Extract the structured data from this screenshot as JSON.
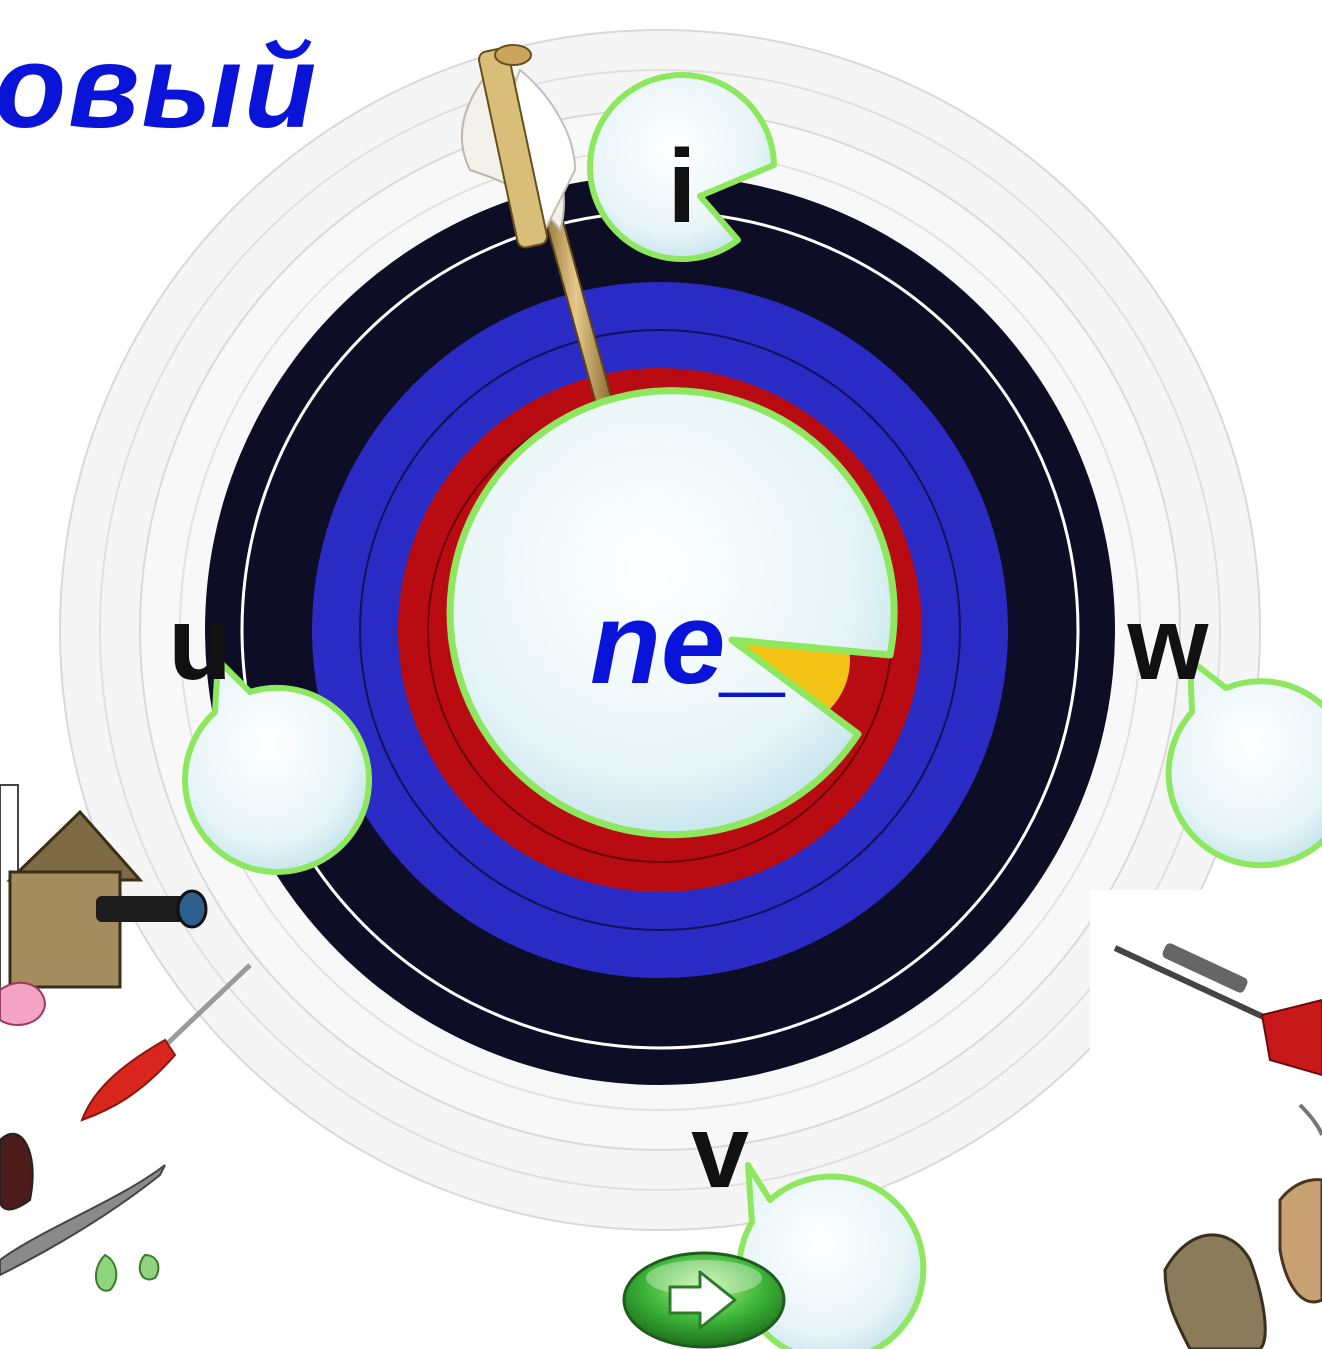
{
  "title": "овый",
  "word": "ne_",
  "choices": [
    "i",
    "u",
    "w",
    "v"
  ],
  "colors": {
    "title_text": "#0a14d8",
    "ring_outer": "#f4f4f4",
    "ring_black": "#0e0d26",
    "ring_blue": "#2a2bc4",
    "ring_red": "#b80c12",
    "bubble_fill": "#e6f4f7",
    "bubble_border": "#8ee85f",
    "next_button": "#3fb83a"
  },
  "icons": {
    "arrow": "arrow-stuck-in-target",
    "next": "arrow-right-icon",
    "birdhouse": "birdhouse-with-telescope",
    "dart_left": "red-dart",
    "dart_right": "dart-with-red-flights",
    "figure": "cartoon-figure-legs"
  }
}
